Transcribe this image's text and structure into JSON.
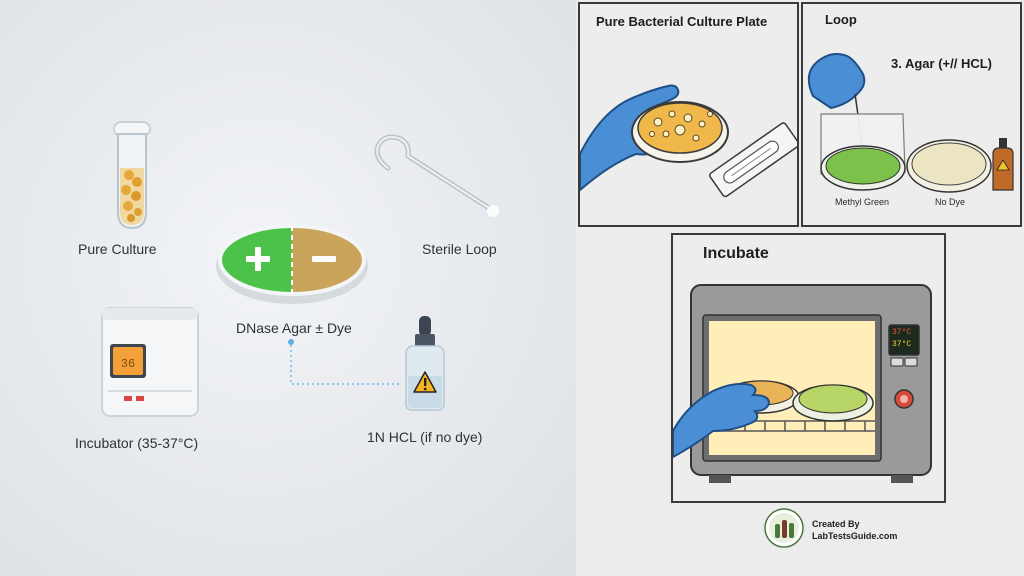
{
  "left": {
    "items": {
      "pure_culture": "Pure Culture",
      "sterile_loop": "Sterile Loop",
      "dnase_agar": "DNase Agar ± Dye",
      "incubator": "Incubator (35-37°C)",
      "hcl": "1N HCL (if no dye)"
    },
    "incubator_display": "36"
  },
  "right": {
    "panel1": {
      "title": "Pure Bacterial Culture Plate"
    },
    "panel2": {
      "title": "Loop",
      "subtitle": "3. Agar (+// HCL)",
      "captions": [
        "Methyl Green",
        "No Dye"
      ]
    },
    "panel3": {
      "title": "Incubate",
      "display": [
        "37°C",
        "37°C"
      ]
    },
    "credit": {
      "line1": "Created By",
      "line2": "LabTestsGuide.com"
    }
  },
  "colors": {
    "positive_green": "#4cc24a",
    "negative_tan": "#c9a45a",
    "glove_blue": "#4a8fd6",
    "incubator_orange": "#f5a13a"
  },
  "icons": [
    "test-tube-icon",
    "loop-icon",
    "petri-dish-icon",
    "incubator-icon",
    "dropper-bottle-icon",
    "warning-icon",
    "glove-hand-icon",
    "oven-incubator-icon"
  ]
}
